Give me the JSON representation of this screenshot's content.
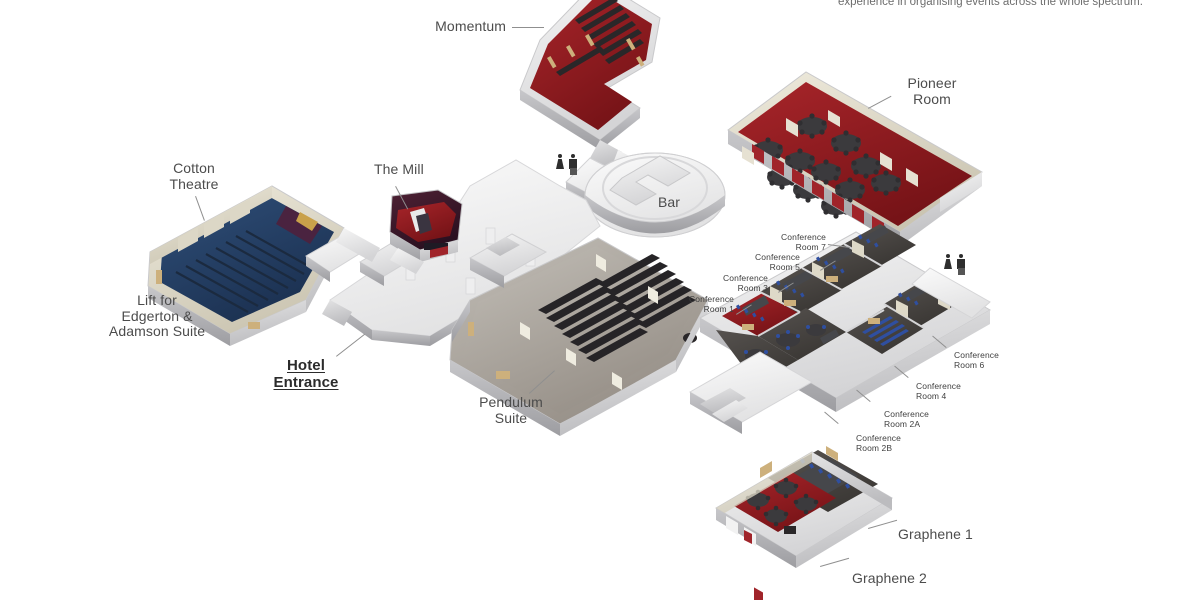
{
  "page": {
    "kind": "hotel-conference-floor-plan",
    "top_text_fragment": "experience in organising events across the whole spectrum.",
    "background_color": "#ffffff",
    "label_color": "#4c4c4c"
  },
  "labels": {
    "momentum": "Momentum",
    "cotton_theatre": "Cotton\nTheatre",
    "the_mill": "The Mill",
    "lift": "Lift for\nEdgerton &\nAdamson Suite",
    "hotel_entrance": "Hotel\nEntrance",
    "pendulum_suite": "Pendulum\nSuite",
    "bar": "Bar",
    "pioneer_room": "Pioneer\nRoom",
    "graphene_1": "Graphene 1",
    "graphene_2": "Graphene 2",
    "conf1": "Conference\nRoom 1",
    "conf3": "Conference\nRoom 3",
    "conf5": "Conference\nRoom 5",
    "conf7": "Conference\nRoom 7",
    "conf2a": "Conference\nRoom 2A",
    "conf2b": "Conference\nRoom 2B",
    "conf4": "Conference\nRoom 4",
    "conf6": "Conference\nRoom 6",
    "toilets_icon": "toilets-icon"
  },
  "rooms": [
    {
      "id": "momentum",
      "name": "Momentum",
      "layout": "theatre",
      "carpet": "#8e1b20"
    },
    {
      "id": "cotton-theatre",
      "name": "Cotton Theatre",
      "layout": "tiered",
      "carpet": "#27456c"
    },
    {
      "id": "the-mill",
      "name": "The Mill",
      "layout": "lounge",
      "carpet": "#8e1b20"
    },
    {
      "id": "pendulum-suite",
      "name": "Pendulum Suite",
      "layout": "theatre",
      "carpet": "#ada89f"
    },
    {
      "id": "bar",
      "name": "Bar",
      "layout": "bar",
      "carpet": "#e6e6e6"
    },
    {
      "id": "pioneer-room",
      "name": "Pioneer Room",
      "layout": "banquet",
      "carpet": "#8e1b20"
    },
    {
      "id": "graphene-1",
      "name": "Graphene 1",
      "layout": "boardroom",
      "carpet": "#474546"
    },
    {
      "id": "graphene-2",
      "name": "Graphene 2",
      "layout": "banquet",
      "carpet": "#8e1b20"
    },
    {
      "id": "conference-room-1",
      "name": "Conference Room 1",
      "layout": "boardroom",
      "carpet": "#8e1b20"
    },
    {
      "id": "conference-room-2a",
      "name": "Conference Room 2A",
      "layout": "cabaret",
      "carpet": "#4a4745"
    },
    {
      "id": "conference-room-2b",
      "name": "Conference Room 2B",
      "layout": "cabaret",
      "carpet": "#4a4745"
    },
    {
      "id": "conference-room-3",
      "name": "Conference Room 3",
      "layout": "boardroom",
      "carpet": "#4a4745"
    },
    {
      "id": "conference-room-4",
      "name": "Conference Room 4",
      "layout": "theatre",
      "carpet": "#4a4745"
    },
    {
      "id": "conference-room-5",
      "name": "Conference Room 5",
      "layout": "boardroom",
      "carpet": "#4a4745"
    },
    {
      "id": "conference-room-6",
      "name": "Conference Room 6",
      "layout": "boardroom",
      "carpet": "#4a4745"
    },
    {
      "id": "conference-room-7",
      "name": "Conference Room 7",
      "layout": "boardroom",
      "carpet": "#4a4745"
    }
  ],
  "amenities": [
    {
      "id": "toilets-west",
      "name": "Toilets",
      "icon": "toilets-icon"
    },
    {
      "id": "toilets-east",
      "name": "Toilets",
      "icon": "toilets-icon"
    }
  ],
  "colors": {
    "carpet_red": "#8e1b20",
    "carpet_blue": "#27456c",
    "carpet_grey": "#ada89f",
    "carpet_dark": "#4a4745",
    "wall_white": "#e9e9ea",
    "wall_cream": "#ded9c8",
    "chair_blue": "#2f4fa0",
    "door_wood": "#cdb07c",
    "label_grey": "#4c4c4c"
  }
}
